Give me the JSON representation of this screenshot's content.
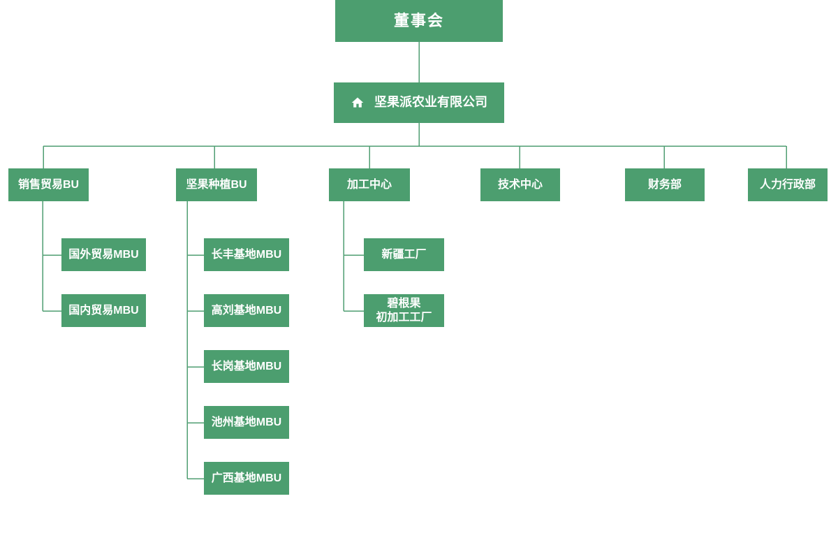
{
  "colors": {
    "node_green": "#4c9e6f",
    "line_green": "#4f9e72",
    "node_text": "#ffffff"
  },
  "org": {
    "root": {
      "label": "董事会"
    },
    "company": {
      "label": "坚果派农业有限公司",
      "icon": "home-icon"
    },
    "departments": [
      {
        "label": "销售贸易BU",
        "children": [
          {
            "label": "国外贸易MBU"
          },
          {
            "label": "国内贸易MBU"
          }
        ]
      },
      {
        "label": "坚果种植BU",
        "children": [
          {
            "label": "长丰基地MBU"
          },
          {
            "label": "高刘基地MBU"
          },
          {
            "label": "长岗基地MBU"
          },
          {
            "label": "池州基地MBU"
          },
          {
            "label": "广西基地MBU"
          }
        ]
      },
      {
        "label": "加工中心",
        "children": [
          {
            "label": "新疆工厂"
          },
          {
            "label": "碧根果\n初加工工厂"
          }
        ]
      },
      {
        "label": "技术中心",
        "children": []
      },
      {
        "label": "财务部",
        "children": []
      },
      {
        "label": "人力行政部",
        "children": []
      }
    ]
  }
}
